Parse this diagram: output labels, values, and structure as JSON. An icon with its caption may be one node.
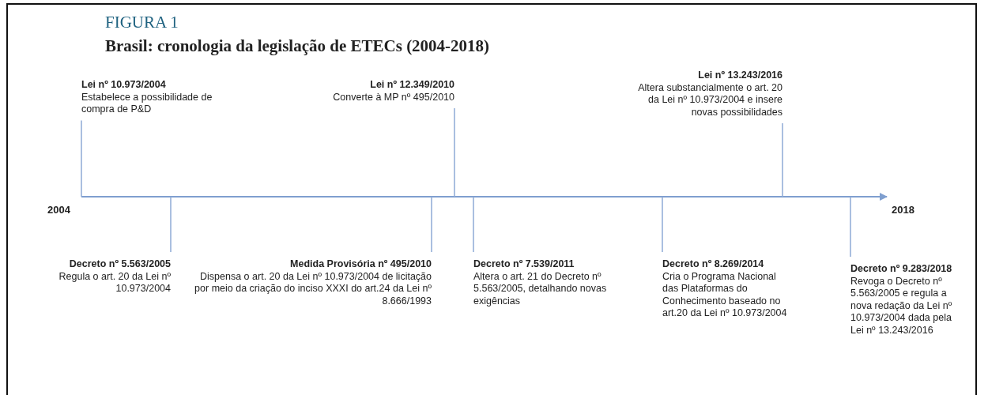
{
  "diagram": {
    "title": "Brasil: cronologia da legislação de ETECs (2004-2018)",
    "nodes": [
      {
        "text": [
          "Lei nº 10.973/2004",
          "Estabelece a possibilidade de compra de P&D"
        ]
      },
      {
        "text": [
          "Lei nº 12.349/2010",
          "Converte à MP nº 495/2010"
        ]
      },
      {
        "text": [
          "Lei nº 13.243/2016",
          "Altera substancialmente o art. 20 da Lei nº 10.973/2004 e insere novas possibilidades"
        ]
      },
      {
        "text": [
          "Decreto nº 5.563/2005",
          "Regula o art. 20 da Lei nº 10.973/2004"
        ]
      },
      {
        "text": [
          "Medida Provisória nº 495/2010",
          "Dispensa o art. 20 da Lei nº 10.973/2004 de licitação por meio da criação do inciso XXXI do art.24 da Lei nº 8.666/1993"
        ]
      },
      {
        "text": [
          "Decreto nº 7.539/2011",
          "Altera o art. 21 do Decreto nº 5.563/2005, detalhando novas exigências"
        ]
      },
      {
        "text": [
          "Decreto nº 8.269/2014",
          "Cria o Programa Nacional das Plataformas do Conhecimento baseado no art.20 da Lei nº 10.973/2004"
        ]
      },
      {
        "text": [
          "Decreto nº 9.283/2018",
          "Revoga o Decreto nº 5.563/2005 e regula a nova redação da Lei nº 10.973/2004 dada pela Lei nº 13.243/2016"
        ]
      }
    ],
    "edges": [
      {
        "from": 0,
        "to": null,
        "arrow": "none"
      },
      {
        "from": 1,
        "to": null,
        "arrow": "none"
      },
      {
        "from": 2,
        "to": null,
        "arrow": "none"
      },
      {
        "from": 3,
        "to": null,
        "arrow": "none"
      },
      {
        "from": 4,
        "to": null,
        "arrow": "none"
      },
      {
        "from": 5,
        "to": null,
        "arrow": "none"
      },
      {
        "from": 6,
        "to": null,
        "arrow": "none"
      },
      {
        "from": 7,
        "to": null,
        "arrow": "none"
      }
    ],
    "labels": [
      "FIGURA 1",
      "2004",
      "2018"
    ]
  }
}
